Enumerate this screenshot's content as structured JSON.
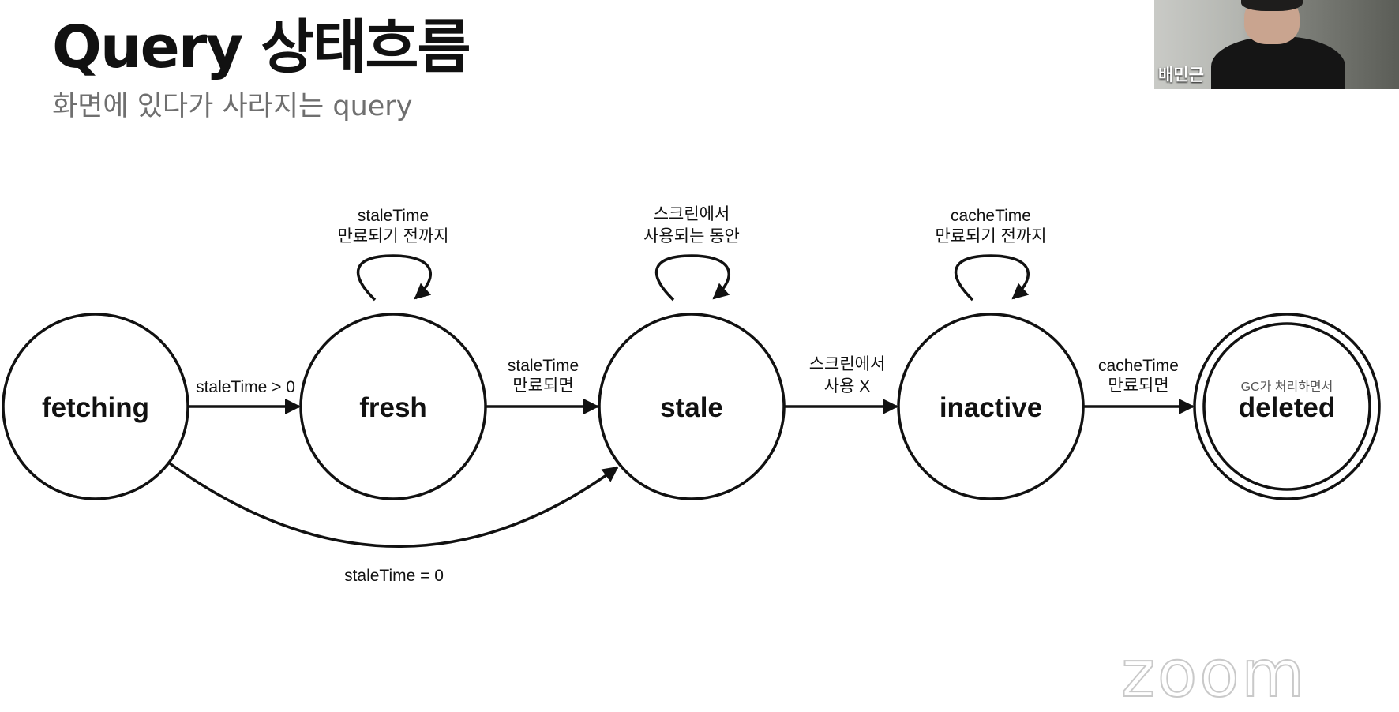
{
  "slide": {
    "title": "Query 상태흐름",
    "subtitle": "화면에 있다가 사라지는 query"
  },
  "diagram": {
    "states": {
      "fetching": "fetching",
      "fresh": "fresh",
      "stale": "stale",
      "inactive": "inactive",
      "deleted": "deleted",
      "deleted_note": "GC가 처리하면서"
    },
    "loops": {
      "fresh": [
        "staleTime",
        "만료되기 전까지"
      ],
      "stale": [
        "스크린에서",
        "사용되는 동안"
      ],
      "inactive": [
        "cacheTime",
        "만료되기 전까지"
      ]
    },
    "transitions": {
      "fetching_fresh": "staleTime > 0",
      "fresh_stale": [
        "staleTime",
        "만료되면"
      ],
      "stale_inactive": [
        "스크린에서",
        "사용 X"
      ],
      "inactive_deleted": [
        "cacheTime",
        "만료되면"
      ],
      "fetching_stale": "staleTime = 0"
    }
  },
  "video": {
    "participant_name": "배민근"
  },
  "watermark": "zoom"
}
